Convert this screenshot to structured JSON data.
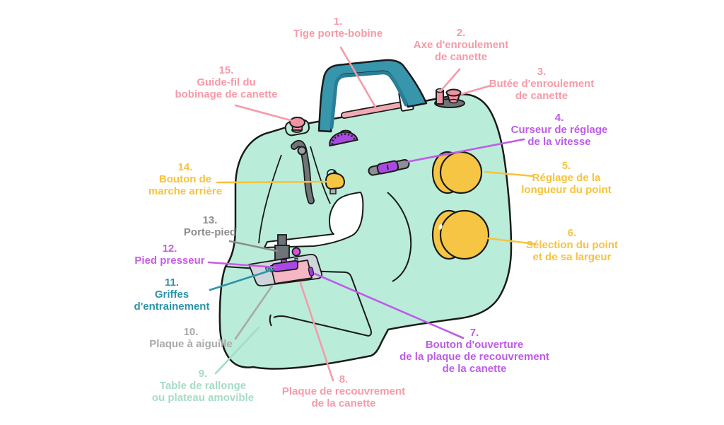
{
  "diagram": {
    "subject": "machine à coudre – schéma des parties numérotées",
    "labels": [
      {
        "number": "1.",
        "text": "Tige porte-bobine",
        "color": "#f79aa8"
      },
      {
        "number": "2.",
        "text": "Axe d'enroulement\nde canette",
        "color": "#f79aa8"
      },
      {
        "number": "3.",
        "text": "Butée d'enroulement\nde canette",
        "color": "#f79aa8"
      },
      {
        "number": "4.",
        "text": "Curseur de réglage\nde la vitesse",
        "color": "#bd5ce6"
      },
      {
        "number": "5.",
        "text": "Réglage de la\nlongueur du point",
        "color": "#f7c33c"
      },
      {
        "number": "6.",
        "text": "Sélection du point\net de sa largeur",
        "color": "#f7c33c"
      },
      {
        "number": "7.",
        "text": "Bouton d'ouverture\nde la plaque de recouvrement\nde la canette",
        "color": "#bd5ce6"
      },
      {
        "number": "8.",
        "text": "Plaque de recouvrement\nde la canette",
        "color": "#f79aa8"
      },
      {
        "number": "9.",
        "text": "Table de rallonge\nou plateau amovible",
        "color": "#a5dcc6"
      },
      {
        "number": "10.",
        "text": "Plaque à aiguille",
        "color": "#a9a9a9"
      },
      {
        "number": "11.",
        "text": "Griffes\nd'entrainement",
        "color": "#2d93a8"
      },
      {
        "number": "12.",
        "text": "Pied presseur",
        "color": "#c95ce6"
      },
      {
        "number": "13.",
        "text": "Porte-pied",
        "color": "#8d8d8d"
      },
      {
        "number": "14.",
        "text": "Bouton de\nmarche arrière",
        "color": "#f7c33c"
      },
      {
        "number": "15.",
        "text": "Guide-fil du\nbobinage de canette",
        "color": "#f79aa8"
      }
    ],
    "palette": {
      "body": "#b9ecd9",
      "handle": "#3795ac",
      "handle_inner": "#2a7e95",
      "knob_yellow": "#f6c544",
      "part_pink": "#ef93a2",
      "rod_pink": "#f2a9b4",
      "plate_pink": "#f5b7c3",
      "purple": "#a84ae0",
      "slot_purple": "#9b3fd6",
      "screw_magenta": "#d453d8",
      "metal_gray": "#6f7478",
      "track_gray": "#8a9094",
      "plate_gray": "#cdd5da",
      "feed_teal": "#49c2d4",
      "outline": "#1a1a1a",
      "background": "#ffffff"
    }
  }
}
